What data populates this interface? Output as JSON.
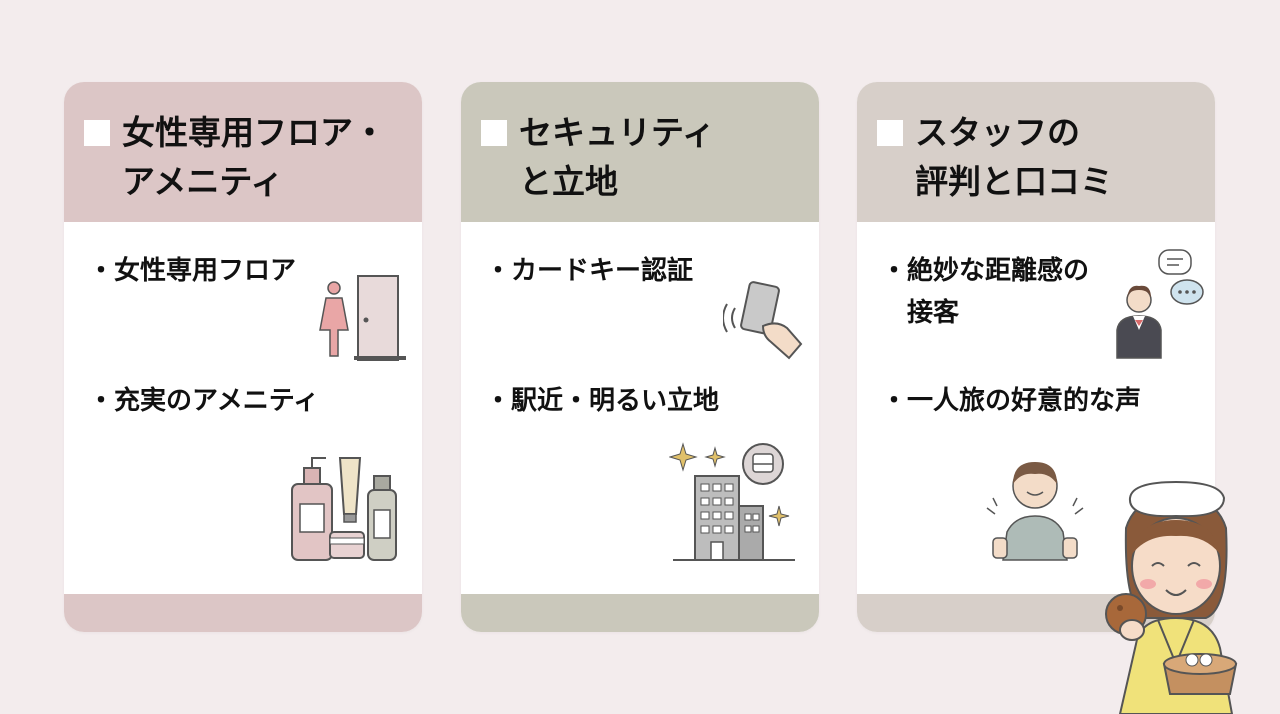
{
  "colors": {
    "card1_accent": "#dcc6c6",
    "card2_accent": "#cac8bb",
    "card3_accent": "#d7cfc9",
    "background": "#f3eced"
  },
  "cards": [
    {
      "title": "女性専用フロア・\nアメニティ",
      "bullets": [
        "・女性専用フロア",
        "・充実のアメニティ"
      ],
      "icons": [
        "woman-door-icon",
        "amenity-bottles-icon"
      ]
    },
    {
      "title": "セキュリティ\nと立地",
      "bullets": [
        "・カードキー認証",
        "・駅近・明るい立地"
      ],
      "icons": [
        "card-key-icon",
        "station-building-icon"
      ]
    },
    {
      "title": "スタッフの\n評判と口コミ",
      "bullets": [
        "・絶妙な距離感の\n　接客",
        "・一人旅の好意的な声"
      ],
      "icons": [
        "staff-chat-icon",
        "thumbs-up-traveler-icon"
      ]
    }
  ],
  "mascot": {
    "icon": "yukata-woman-mascot-icon"
  }
}
